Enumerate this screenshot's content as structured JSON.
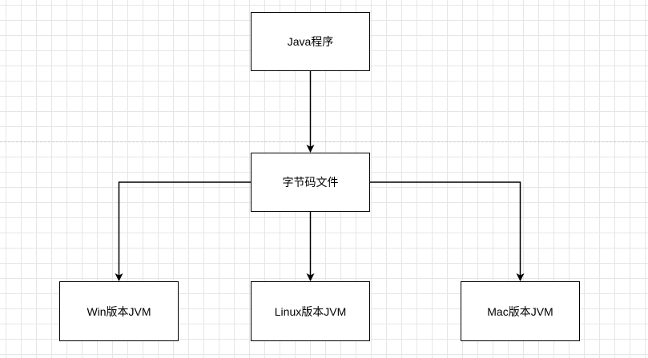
{
  "diagram": {
    "nodes": {
      "java_program": "Java程序",
      "bytecode_file": "字节码文件",
      "win_jvm": "Win版本JVM",
      "linux_jvm": "Linux版本JVM",
      "mac_jvm": "Mac版本JVM"
    },
    "edges": [
      {
        "from": "java_program",
        "to": "bytecode_file"
      },
      {
        "from": "bytecode_file",
        "to": "win_jvm"
      },
      {
        "from": "bytecode_file",
        "to": "linux_jvm"
      },
      {
        "from": "bytecode_file",
        "to": "mac_jvm"
      }
    ],
    "colors": {
      "stroke": "#000000",
      "fill": "#ffffff",
      "grid": "#e6e6e6"
    }
  }
}
